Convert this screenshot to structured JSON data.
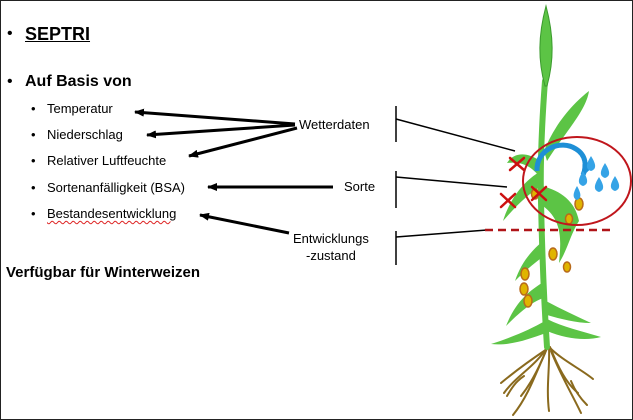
{
  "title": {
    "bullet": "•",
    "text": "SEPTRI"
  },
  "basis": {
    "bullet": "•",
    "heading": "Auf Basis von",
    "items": [
      {
        "bullet": "•",
        "label": "Temperatur"
      },
      {
        "bullet": "•",
        "label": "Niederschlag"
      },
      {
        "bullet": "•",
        "label": "Relativer Luftfeuchte"
      },
      {
        "bullet": "•",
        "label": "Sortenanfälligkeit (BSA)"
      },
      {
        "bullet": "•",
        "label": "Bestandesentwicklung"
      }
    ]
  },
  "sources": {
    "weather": "Wetterdaten",
    "variety": "Sorte",
    "development_line1": "Entwicklungs",
    "development_line2": "-zustand"
  },
  "availability": "Verfügbar für Winterweizen",
  "colors": {
    "plant_green": "#5cc445",
    "plant_dark": "#3a9a2c",
    "lesion_yellow": "#e0b400",
    "lesion_ring": "#b86a1a",
    "infection_cross": "#cc1111",
    "circle_red": "#c0161c",
    "arrow_blue": "#1e8fd6",
    "rain_drop": "#35a3e6",
    "root_brown": "#8a6a1e"
  }
}
